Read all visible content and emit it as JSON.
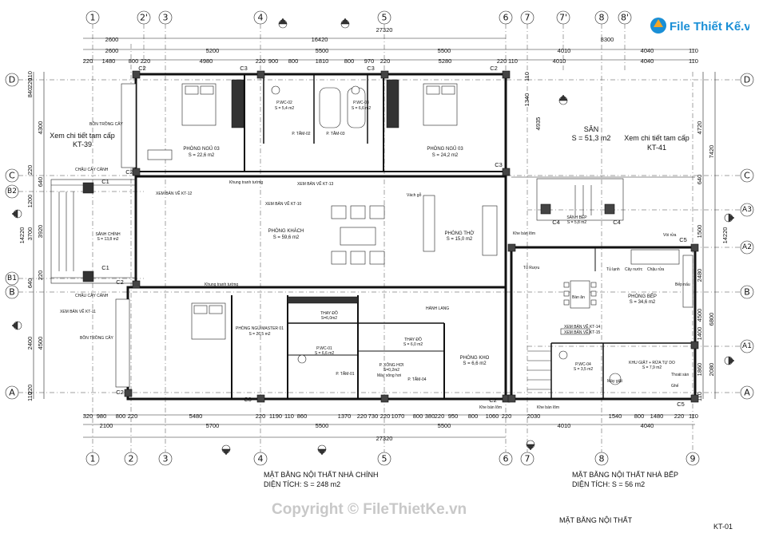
{
  "grid": {
    "top_cols": [
      "1",
      "2'",
      "3",
      "4",
      "5",
      "6",
      "7",
      "7'",
      "8",
      "8'"
    ],
    "bottom_cols": [
      "1",
      "2",
      "3",
      "4",
      "5",
      "6",
      "7",
      "8",
      "9"
    ],
    "rows_left": [
      "D",
      "C",
      "B2",
      "B1",
      "B",
      "A"
    ],
    "rows_right": [
      "D",
      "C",
      "A3",
      "A2",
      "B",
      "A1",
      "A"
    ]
  },
  "dims_top": {
    "overall": "27320",
    "row1": [
      "2600",
      "16420",
      "8300"
    ],
    "row2": [
      "2600",
      "5200",
      "5500",
      "5500",
      "4010",
      "4040",
      "110"
    ],
    "row3": [
      "220",
      "1480",
      "800",
      "220",
      "4980",
      "220",
      "900",
      "800",
      "1810",
      "800",
      "970",
      "220",
      "5280",
      "220",
      "110",
      "4010",
      "4040",
      "110"
    ]
  },
  "dims_bottom": {
    "overall": "27320",
    "row1": [
      "2100",
      "5700",
      "5500",
      "5500",
      "4010",
      "4040"
    ],
    "row2": [
      "320",
      "980",
      "800",
      "220",
      "5480",
      "220",
      "1190",
      "110",
      "860",
      "1370",
      "220",
      "730",
      "220",
      "1070",
      "800",
      "380",
      "220",
      "950",
      "800",
      "1060",
      "220",
      "2030",
      "1540",
      "800",
      "1480",
      "220",
      "110"
    ]
  },
  "dims_left": [
    "110",
    "220",
    "840",
    "4300",
    "220",
    "640",
    "1200",
    "3700",
    "220",
    "640",
    "3920",
    "14220",
    "2400",
    "4500",
    "220",
    "110"
  ],
  "dims_right": [
    "110",
    "1340",
    "4935",
    "4720",
    "7420",
    "640",
    "1500",
    "2480",
    "14220",
    "4500",
    "6800",
    "1400",
    "1860",
    "2080",
    "110"
  ],
  "rooms": {
    "pn03a": {
      "name": "PHÒNG NGỦ 03",
      "area": "S = 22,6 m2"
    },
    "pn03b": {
      "name": "PHÒNG NGỦ 03",
      "area": "S = 24,2 m2"
    },
    "wc02": {
      "name": "P.WC-02",
      "area": "S = 5,4 m2"
    },
    "wc03": {
      "name": "P.WC-03",
      "area": "S = 6,6 m2"
    },
    "tam02": "P. TẮM-02",
    "tam03": "P. TẮM-03",
    "khach": {
      "name": "PHÒNG KHÁCH",
      "area": "S = 59,6 m2"
    },
    "tho": {
      "name": "PHÒNG THỜ",
      "area": "S = 15,0 m2"
    },
    "sanh": {
      "name": "SẢNH CHÍNH",
      "area": "S = 13,8 m2"
    },
    "master": {
      "name": "PHÒNG NGỦ MASTER 01",
      "area": "S = 26,5 m2"
    },
    "thaydo1": {
      "name": "THAY ĐỒ",
      "area": "S=6,0m2"
    },
    "thaydo2": {
      "name": "THAY ĐỒ",
      "area": "S = 6,0 m2"
    },
    "wc01": {
      "name": "P.WC-01",
      "area": "S = 6,6 m2"
    },
    "tam01": "P. TẮM-01",
    "xonghoi": {
      "name": "P. XÔNG HƠI",
      "area": "S=0,2m2"
    },
    "tam04": "P. TẮM-04",
    "kho": {
      "name": "PHÒNG KHO",
      "area": "S = 6,6 m2"
    },
    "san": {
      "name": "SÂN",
      "area": "S = 51,3 m2"
    },
    "sanhbep": {
      "name": "SẢNH BẾP",
      "area": "S = 5,8 m2"
    },
    "bep": {
      "name": "PHÒNG BẾP",
      "area": "S = 34,6 m2"
    },
    "wc04": {
      "name": "P.WC-04",
      "area": "S = 3,5 m2"
    },
    "giat": {
      "name": "KHU GIẶT + RỬA TỰ DO",
      "area": "S = 7,9 m2"
    }
  },
  "notes": {
    "kt39": [
      "Xem chi tiết tam cấp",
      "KT-39"
    ],
    "kt41": [
      "Xem chi tiết tam cấp",
      "KT-41"
    ],
    "kt12": "XEM BẢN VẼ KT-12",
    "kt13": "XEM BẢN VẼ KT-13",
    "kt10": "XEM BẢN VẼ KT-10",
    "kt11": "XEM BẢN VẼ KT-11",
    "kt14": "XEM BẢN VẼ KT-14",
    "kt15": "XEM BẢN VẼ KT-15",
    "khung1": "Khung tranh tường",
    "khung2": "Khung tranh tường",
    "vachgo": "Vách gỗ",
    "hanhlang": "HÀNH LANG",
    "bontrong1": "BỒN TRỒNG CÂY",
    "bontrong2": "BỒN TRỒNG CÂY",
    "chau1": "CHẬU CÂY CẢNH",
    "chau2": "CHẬU CÂY CẢNH",
    "kheban1": "Khe bán lõm",
    "kheban2": "Khe bán lõm",
    "kheban3": "Khe bán lõm",
    "turuou": "Tủ Rượu",
    "tulanh": "Tủ lạnh",
    "cayruoc": "Cây nước",
    "chaurua": "Chậu rửa",
    "voirua": "Vòi rửa",
    "banan": "Bàn ăn",
    "bepnau": "Bếp nấu",
    "maygiat": "Máy giặt",
    "thoatsan": "Thoát sàn",
    "mayxong": "Máy xông hơi",
    "ghe": "Ghế"
  },
  "ceiling_marks": [
    "C3",
    "C3",
    "C2",
    "C2",
    "C2",
    "C2",
    "C1",
    "C1",
    "C2",
    "C3",
    "C5",
    "C4",
    "C4",
    "C5",
    "C2",
    "C3"
  ],
  "titles": {
    "main": "MẶT BẰNG NỘI THẤT NHÀ CHÍNH",
    "main_area": "DIỆN TÍCH: S = 248 m2",
    "kitchen": "MẶT BẰNG NỘI THẤT NHÀ BẾP",
    "kitchen_area": "DIỆN TÍCH: S = 56 m2",
    "footer": "MẶT BẰNG NỘI THẤT",
    "sheet": "KT-01",
    "copyright": "Copyright © FileThietKe.vn"
  },
  "logo": {
    "text": "File Thiết Kế.vn",
    "brand_color": "#1a8fd6",
    "accent_color": "#f5a623"
  }
}
